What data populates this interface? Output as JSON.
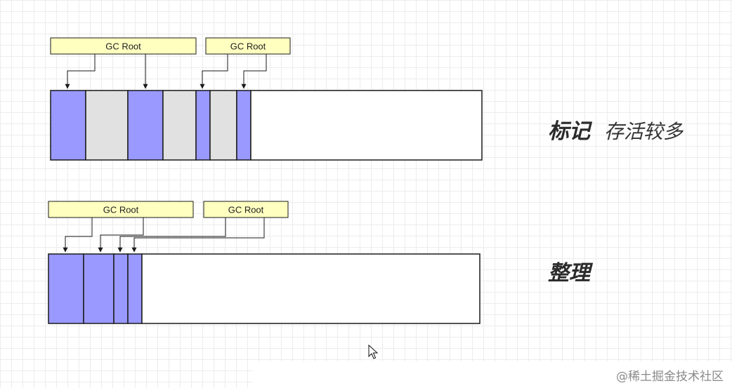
{
  "colors": {
    "live": "#9999ff",
    "garbage": "#e1e1e1",
    "free": "#ffffff",
    "root_fill": "#ffffc0",
    "border": "#1a1a1a"
  },
  "icons": [
    "mouse-cursor-icon"
  ],
  "mark_panel": {
    "caption_bold": "标记",
    "caption_light": "存活较多",
    "roots": [
      {
        "label": "GC Root"
      },
      {
        "label": "GC Root"
      }
    ],
    "cells": [
      "live",
      "garbage",
      "live",
      "garbage",
      "live",
      "garbage",
      "live",
      "free"
    ]
  },
  "compact_panel": {
    "caption_bold": "整理",
    "roots": [
      {
        "label": "GC Root"
      },
      {
        "label": "GC Root"
      }
    ],
    "cells": [
      "live",
      "live",
      "live",
      "live",
      "free"
    ]
  },
  "watermark": "@稀土掘金技术社区"
}
